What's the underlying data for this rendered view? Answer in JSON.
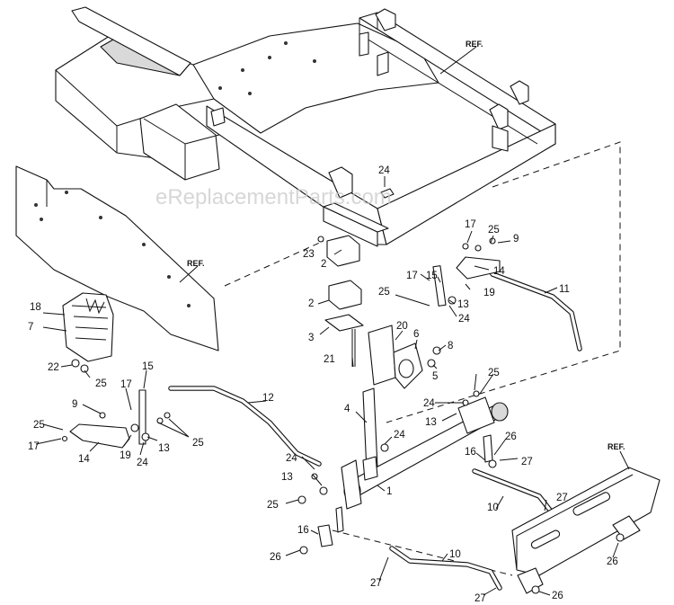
{
  "watermark": "eReplacementParts.com",
  "ref_labels": [
    {
      "id": "ref-frame",
      "text": "REF."
    },
    {
      "id": "ref-side-panel",
      "text": "REF."
    },
    {
      "id": "ref-bracket",
      "text": "REF."
    }
  ],
  "callouts": [
    {
      "id": "c24a",
      "text": "24"
    },
    {
      "id": "c17a",
      "text": "17"
    },
    {
      "id": "c25a",
      "text": "25"
    },
    {
      "id": "c9a",
      "text": "9"
    },
    {
      "id": "c23",
      "text": "23"
    },
    {
      "id": "c2a",
      "text": "2"
    },
    {
      "id": "c14a",
      "text": "14"
    },
    {
      "id": "c17b",
      "text": "17"
    },
    {
      "id": "c15a",
      "text": "15"
    },
    {
      "id": "c11",
      "text": "11"
    },
    {
      "id": "c2b",
      "text": "2"
    },
    {
      "id": "c25b",
      "text": "25"
    },
    {
      "id": "c13a",
      "text": "13"
    },
    {
      "id": "c19a",
      "text": "19"
    },
    {
      "id": "c24b",
      "text": "24"
    },
    {
      "id": "c18",
      "text": "18"
    },
    {
      "id": "c7",
      "text": "7"
    },
    {
      "id": "c3",
      "text": "3"
    },
    {
      "id": "c20",
      "text": "20"
    },
    {
      "id": "c6",
      "text": "6"
    },
    {
      "id": "c8",
      "text": "8"
    },
    {
      "id": "c21",
      "text": "21"
    },
    {
      "id": "c5",
      "text": "5"
    },
    {
      "id": "c22",
      "text": "22"
    },
    {
      "id": "c25c",
      "text": "25"
    },
    {
      "id": "c15b",
      "text": "15"
    },
    {
      "id": "c17c",
      "text": "17"
    },
    {
      "id": "c25d",
      "text": "25"
    },
    {
      "id": "c9b",
      "text": "9"
    },
    {
      "id": "c12",
      "text": "12"
    },
    {
      "id": "c4",
      "text": "4"
    },
    {
      "id": "c24c",
      "text": "24"
    },
    {
      "id": "c13b",
      "text": "13"
    },
    {
      "id": "c25e",
      "text": "25"
    },
    {
      "id": "c17d",
      "text": "17"
    },
    {
      "id": "c14b",
      "text": "14"
    },
    {
      "id": "c19b",
      "text": "19"
    },
    {
      "id": "c24d",
      "text": "24"
    },
    {
      "id": "c13c",
      "text": "13"
    },
    {
      "id": "c25f",
      "text": "25"
    },
    {
      "id": "c24e",
      "text": "24"
    },
    {
      "id": "c26a",
      "text": "26"
    },
    {
      "id": "c27a",
      "text": "27"
    },
    {
      "id": "c16a",
      "text": "16"
    },
    {
      "id": "c24f",
      "text": "24"
    },
    {
      "id": "c13d",
      "text": "13"
    },
    {
      "id": "c1",
      "text": "1"
    },
    {
      "id": "c25g",
      "text": "25"
    },
    {
      "id": "c10a",
      "text": "10"
    },
    {
      "id": "c27b",
      "text": "27"
    },
    {
      "id": "c16b",
      "text": "16"
    },
    {
      "id": "c26b",
      "text": "26"
    },
    {
      "id": "c10b",
      "text": "10"
    },
    {
      "id": "c27c",
      "text": "27"
    },
    {
      "id": "c27d",
      "text": "27"
    },
    {
      "id": "c26c",
      "text": "26"
    },
    {
      "id": "c26d",
      "text": "26"
    }
  ]
}
